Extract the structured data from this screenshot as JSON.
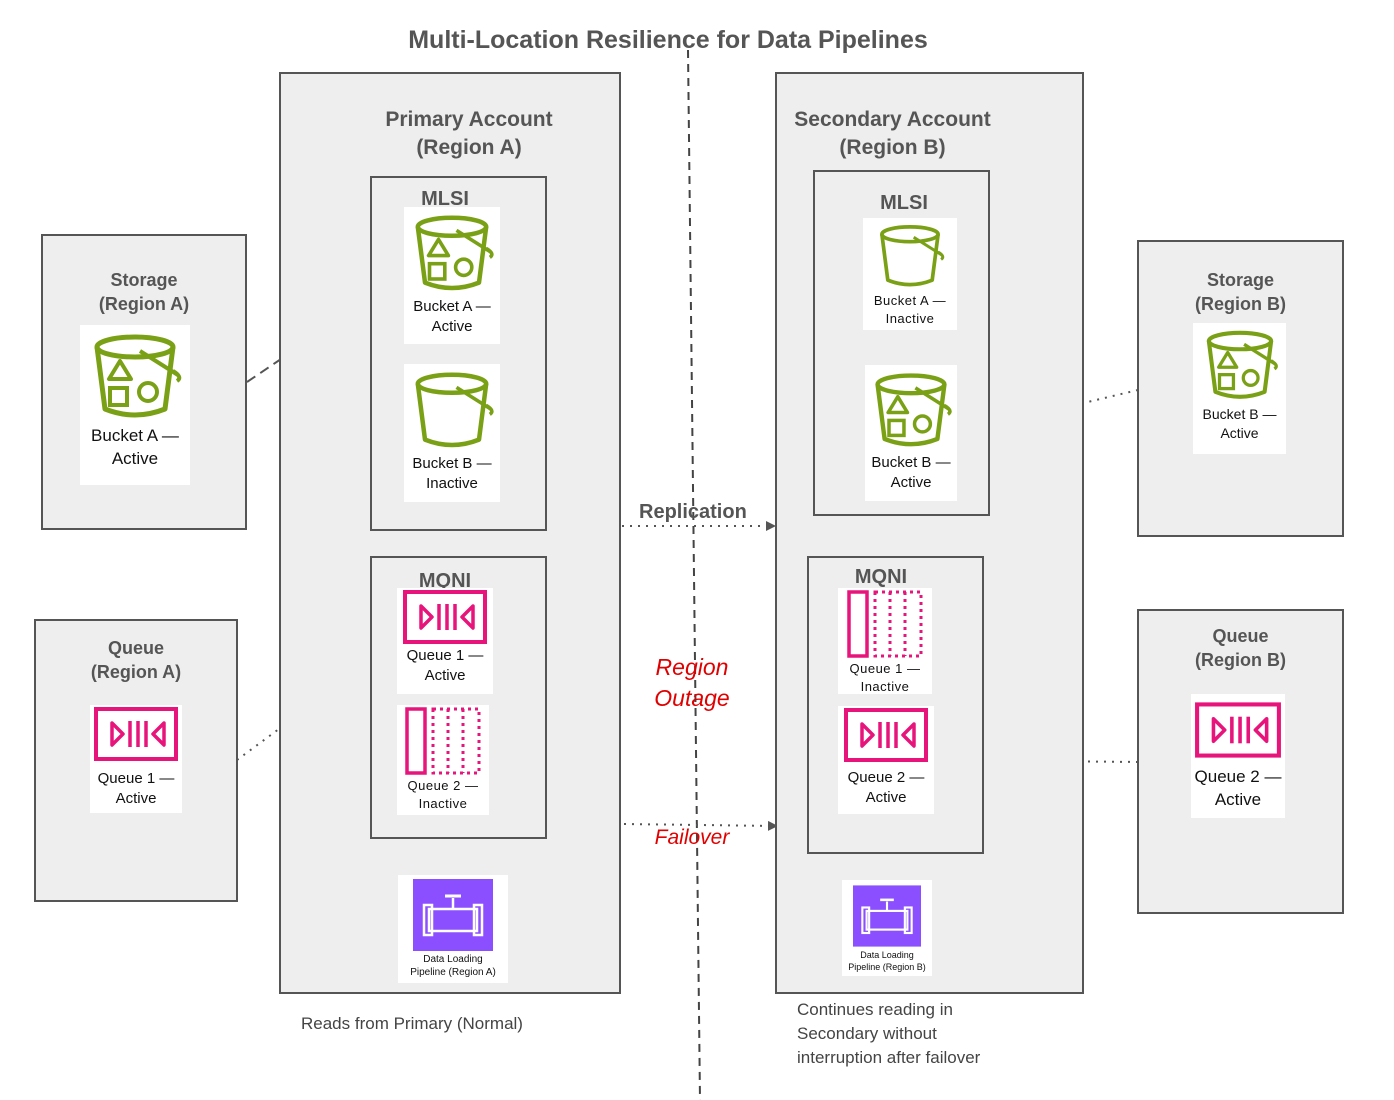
{
  "title": "Multi-Location Resilience for Data Pipelines",
  "colors": {
    "storage_green": "#7aa116",
    "queue_pink": "#e7157b",
    "pipeline_purple": "#8c4fff",
    "box_fill": "#eeeeee",
    "border": "#555555",
    "outage_red": "#e00000"
  },
  "primary": {
    "title_line1": "Primary Account",
    "title_line2": "(Region A)",
    "mlsi": {
      "title": "MLSI",
      "bucket_a": {
        "line1": "Bucket A —",
        "line2": "Active",
        "icon": "bucket-with-objects-icon"
      },
      "bucket_b": {
        "line1": "Bucket B —",
        "line2": "Inactive",
        "icon": "empty-bucket-icon"
      }
    },
    "mqni": {
      "title": "MQNI",
      "queue_1": {
        "line1": "Queue 1 —",
        "line2": "Active",
        "icon": "queue-active-icon"
      },
      "queue_2": {
        "line1": "Queue 2 —",
        "line2": "Inactive",
        "icon": "queue-inactive-icon"
      }
    },
    "pipeline": {
      "line1": "Data Loading",
      "line2": "Pipeline (Region A)",
      "icon": "pipeline-icon"
    },
    "note": "Reads from Primary (Normal)"
  },
  "secondary": {
    "title_line1": "Secondary Account",
    "title_line2": "(Region B)",
    "mlsi": {
      "title": "MLSI",
      "bucket_a": {
        "line1": "Bucket A —",
        "line2": "Inactive",
        "icon": "empty-bucket-icon"
      },
      "bucket_b": {
        "line1": "Bucket B —",
        "line2": "Active",
        "icon": "bucket-with-objects-icon"
      }
    },
    "mqni": {
      "title": "MQNI",
      "queue_1": {
        "line1": "Queue 1 —",
        "line2": "Inactive",
        "icon": "queue-inactive-icon"
      },
      "queue_2": {
        "line1": "Queue 2 —",
        "line2": "Active",
        "icon": "queue-active-icon"
      }
    },
    "pipeline": {
      "line1": "Data Loading",
      "line2": "Pipeline (Region B)",
      "icon": "pipeline-icon"
    },
    "note_line1": "Continues reading in",
    "note_line2": "Secondary without",
    "note_line3": "interruption after failover"
  },
  "storage_a": {
    "title_line1": "Storage",
    "title_line2": "(Region A)",
    "line1": "Bucket A —",
    "line2": "Active",
    "icon": "bucket-with-objects-icon"
  },
  "queue_a": {
    "title_line1": "Queue",
    "title_line2": "(Region A)",
    "line1": "Queue 1 —",
    "line2": "Active",
    "icon": "queue-active-icon"
  },
  "storage_b": {
    "title_line1": "Storage",
    "title_line2": "(Region B)",
    "line1": "Bucket B —",
    "line2": "Active",
    "icon": "bucket-with-objects-icon"
  },
  "queue_b": {
    "title_line1": "Queue",
    "title_line2": "(Region B)",
    "line1": "Queue 2 —",
    "line2": "Active",
    "icon": "queue-active-icon"
  },
  "labels": {
    "replication": "Replication",
    "region_outage_line1": "Region",
    "region_outage_line2": "Outage",
    "failover": "Failover"
  }
}
